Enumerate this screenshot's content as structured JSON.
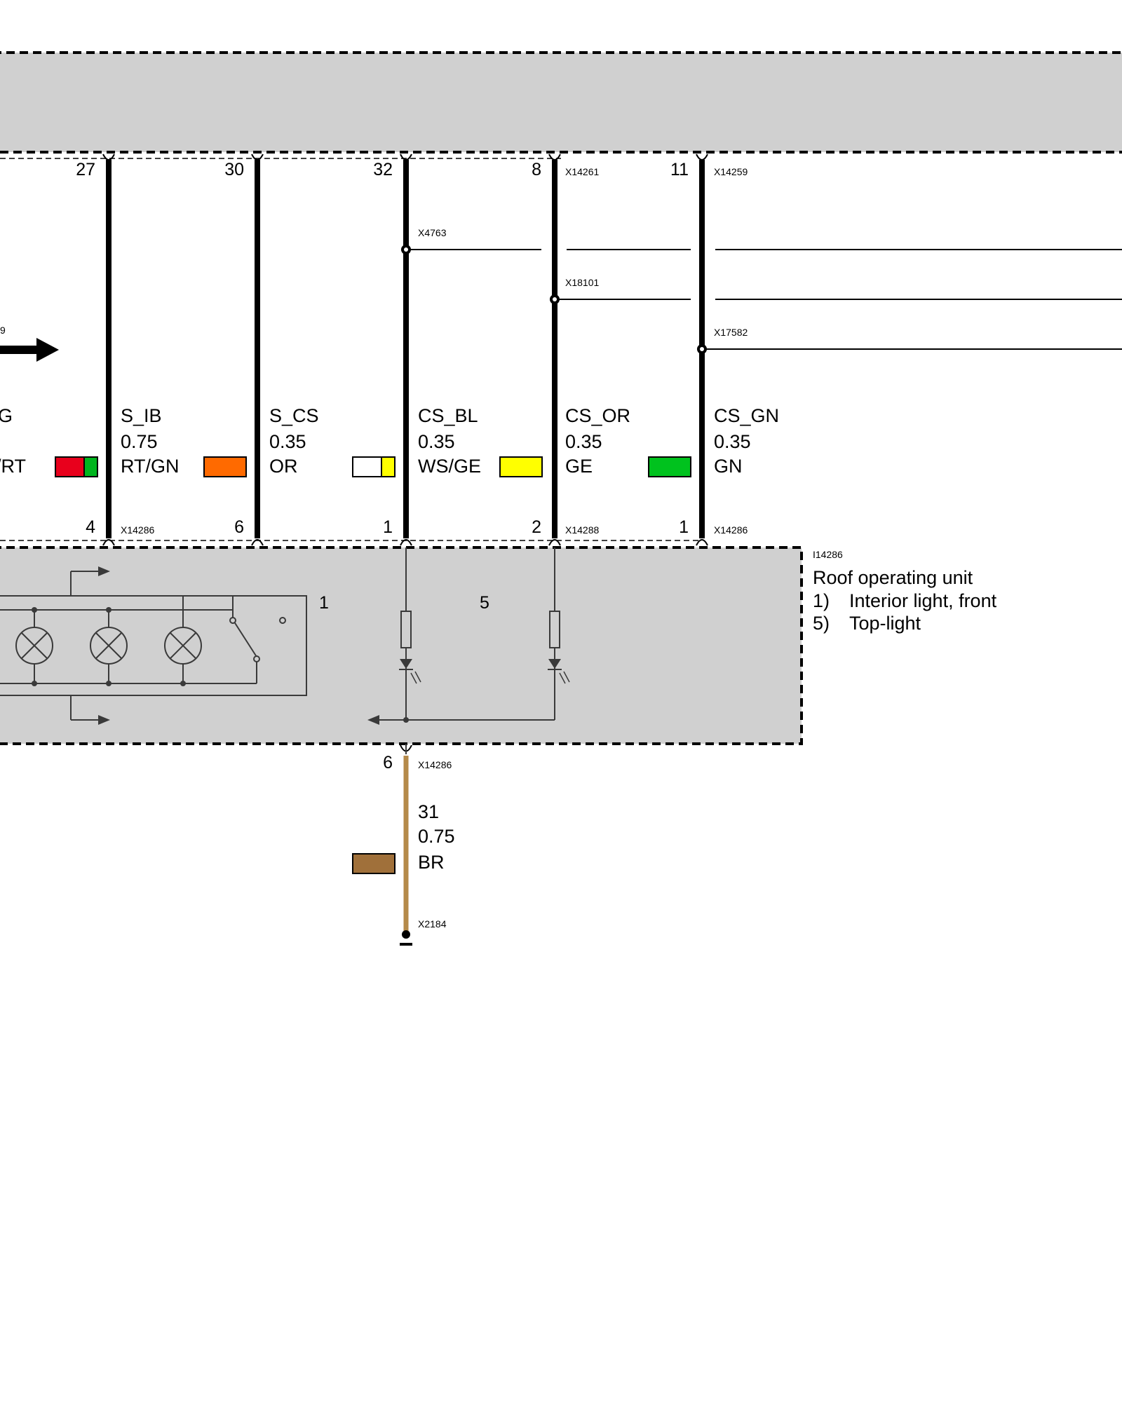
{
  "upper_module": {},
  "wires": [
    {
      "id": "w0",
      "top_pin": "",
      "top_connector": "",
      "name": "G",
      "gauge": "",
      "color_code": "/RT",
      "colors": [
        "#e8001c",
        "#00b51e"
      ],
      "bottom_pin": "",
      "bottom_connector": ""
    },
    {
      "id": "w1",
      "top_pin": "27",
      "top_connector": "",
      "name": "S_IB",
      "gauge": "0.75",
      "color_code": "RT/GN",
      "colors": [
        "#ff6a00"
      ],
      "bottom_pin": "4",
      "bottom_connector": "X14286"
    },
    {
      "id": "w2",
      "top_pin": "30",
      "top_connector": "",
      "name": "S_CS",
      "gauge": "0.35",
      "color_code": "OR",
      "colors": [
        "#ffffff",
        "#ffff00"
      ],
      "bottom_pin": "6",
      "bottom_connector": ""
    },
    {
      "id": "w3",
      "top_pin": "32",
      "top_connector": "",
      "name": "CS_BL",
      "gauge": "0.35",
      "color_code": "WS/GE",
      "colors": [
        "#ffff00"
      ],
      "bottom_pin": "1",
      "bottom_connector": ""
    },
    {
      "id": "w4",
      "top_pin": "8",
      "top_connector": "X14261",
      "name": "CS_OR",
      "gauge": "0.35",
      "color_code": "GE",
      "colors": [
        "#00c21e"
      ],
      "bottom_pin": "2",
      "bottom_connector": "X14288"
    },
    {
      "id": "w5",
      "top_pin": "11",
      "top_connector": "X14259",
      "name": "CS_GN",
      "gauge": "0.35",
      "color_code": "GN",
      "colors": [],
      "bottom_pin": "1",
      "bottom_connector": "X14286"
    }
  ],
  "splices": {
    "s1": "X4763",
    "s2": "X18101",
    "s3": "X17582",
    "arrow_ref": "9"
  },
  "unit": {
    "id": "I14286",
    "title": "Roof operating unit",
    "items": [
      {
        "num": "1)",
        "text": "Interior light, front"
      },
      {
        "num": "5)",
        "text": "Top-light"
      }
    ],
    "sub1_label": "1",
    "sub5_label": "5"
  },
  "ground_wire": {
    "top_pin": "6",
    "top_connector": "X14286",
    "name": "31",
    "gauge": "0.75",
    "color_code": "BR",
    "colors": [
      "#a0703a"
    ],
    "ground_connector": "X2184"
  }
}
